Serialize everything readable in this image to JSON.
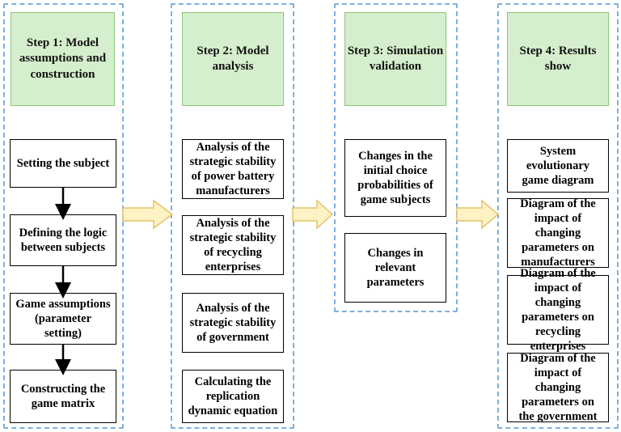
{
  "steps": [
    {
      "title_line1": "Step 1: Model",
      "title_line2": "assumptions and",
      "title_line3": "construction",
      "items": [
        "Setting the subject",
        "Defining the logic between subjects",
        "Game assumptions (parameter setting)",
        "Constructing the game matrix"
      ]
    },
    {
      "title_line1": "Step 2: Model",
      "title_line2": "analysis",
      "items": [
        "Analysis of the strategic stability of power battery manufacturers",
        "Analysis of the strategic stability of recycling enterprises",
        "Analysis of the strategic stability of government",
        "Calculating the replication dynamic equation"
      ]
    },
    {
      "title_line1": "Step 3: Simulation",
      "title_line2": "validation",
      "items": [
        "Changes in the initial choice probabilities of game subjects",
        "Changes in relevant parameters"
      ]
    },
    {
      "title_line1": "Step 4: Results",
      "title_line2": "show",
      "items": [
        "System evolutionary game diagram",
        "Diagram of the impact of changing parameters on manufacturers",
        "Diagram of the impact of changing parameters on recycling enterprises",
        "Diagram of the impact of changing parameters on the government"
      ]
    }
  ],
  "colors": {
    "header_fill": "#d5eecd",
    "header_border": "#8cc57a",
    "column_border": "#7fb0dd",
    "arrow_fill": "#fdf2c4",
    "arrow_stroke": "#e3c26a"
  }
}
